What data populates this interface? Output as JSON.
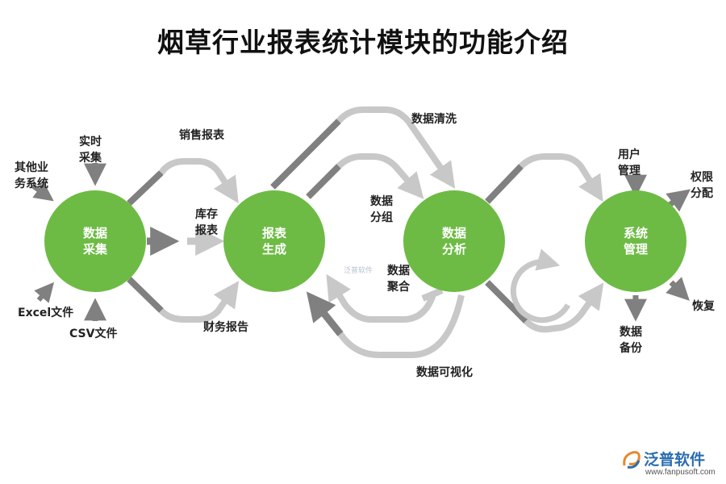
{
  "title": "烟草行业报表统计模块的功能介绍",
  "nodes": {
    "collect": [
      "数据",
      "采集"
    ],
    "generate": [
      "报表",
      "生成"
    ],
    "analyze": [
      "数据",
      "分析"
    ],
    "system": [
      "系统",
      "管理"
    ]
  },
  "labels": {
    "other_business": [
      "其他业",
      "务系统"
    ],
    "realtime": [
      "实时",
      "采集"
    ],
    "excel": "Excel文件",
    "csv": "CSV文件",
    "sales_report": "销售报表",
    "inventory_report": [
      "库存",
      "报表"
    ],
    "financial_report": "财务报告",
    "cleaning": "数据清洗",
    "grouping": [
      "数据",
      "分组"
    ],
    "aggregation": [
      "数据",
      "聚合"
    ],
    "visualization": "数据可视化",
    "user_mgmt": [
      "用户",
      "管理"
    ],
    "permission": [
      "权限",
      "分配"
    ],
    "restore": "恢复",
    "backup": [
      "数据",
      "备份"
    ]
  },
  "watermark": "泛普软件",
  "logo": {
    "name": "泛普软件",
    "url": "www.fanpusoft.com"
  },
  "colors": {
    "node_green": "#6dbb44",
    "arrow_dark": "#808080",
    "arrow_light": "#c8c8c8",
    "brand_blue": "#2a6db0"
  }
}
